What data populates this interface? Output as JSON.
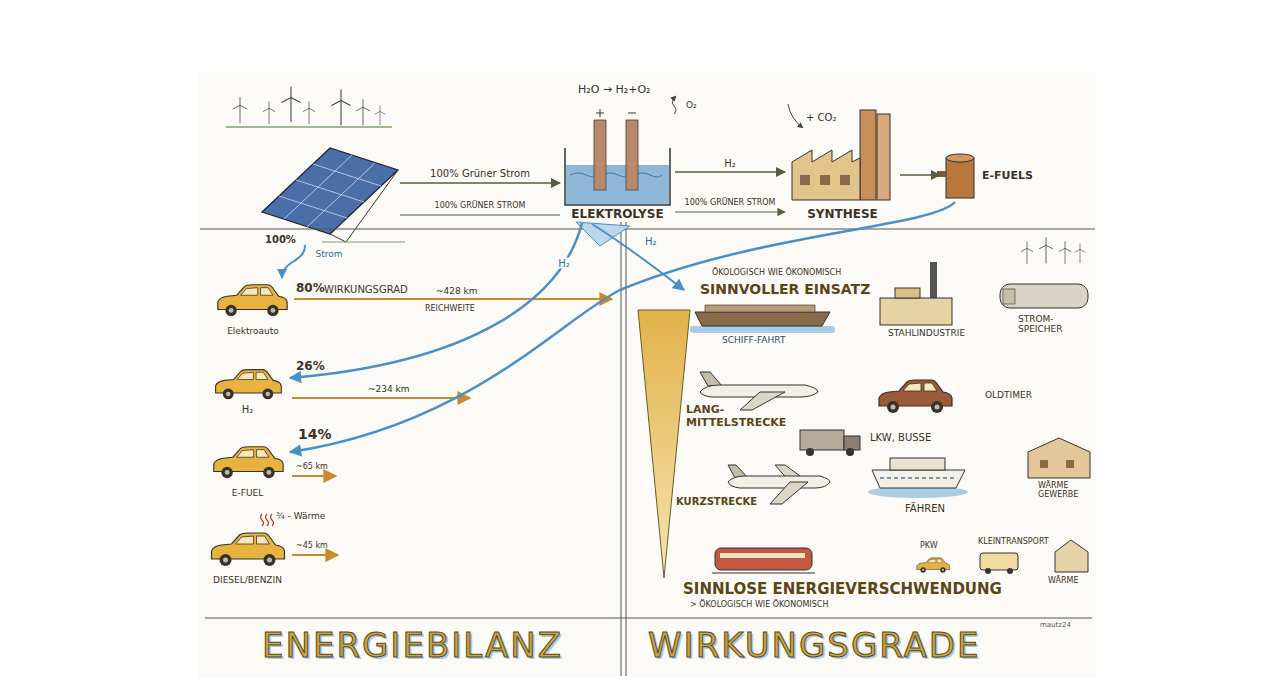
{
  "diagram": {
    "title": "ENERGIEBILANZ",
    "nodes": [
      {
        "text": [
          "100%"
        ]
      },
      {
        "text": [
          "ELEKTROLYSE"
        ]
      },
      {
        "text": [
          "SYNTHESE"
        ]
      },
      {
        "text": [
          "E-FUELS"
        ]
      },
      {
        "text": [
          "Elektroauto"
        ]
      },
      {
        "text": [
          "H₂"
        ]
      },
      {
        "text": [
          "E-FUEL"
        ]
      },
      {
        "text": [
          "DIESEL/BENZIN"
        ]
      }
    ],
    "edges": [
      {
        "from": 0,
        "to": 1,
        "label": "100% Grüner Strom",
        "arrow": "to"
      },
      {
        "from": 0,
        "to": 1,
        "label": "100% GRÜNER STROM",
        "arrow": "none"
      },
      {
        "from": 1,
        "to": 2,
        "label": "100% GRÜNER STROM",
        "arrow": "to"
      },
      {
        "from": 1,
        "to": 2,
        "label": "H₂",
        "arrow": "to"
      },
      {
        "from": 2,
        "to": 3,
        "arrow": "to"
      },
      {
        "from": 0,
        "to": 4,
        "label": "Strom",
        "arrow": "to"
      },
      {
        "from": 1,
        "to": 5,
        "label": "H₂",
        "arrow": "to"
      },
      {
        "from": 3,
        "to": 6,
        "arrow": "to"
      }
    ],
    "labels": [
      "H₂O → H₂+O₂",
      "O₂",
      "+ CO₂",
      "80%",
      "WIRKUNGSGRAD",
      "~428 km",
      "REICHWEITE",
      "H₂",
      "ÖKOLOGISCH WIE ÖKONOMISCH",
      "SINNVOLLER EINSATZ",
      "SCHIFF-FAHRT",
      "STAHLINDUSTRIE",
      "STROM-SPEICHER",
      "26%",
      "~234 km",
      "LANG-MITTELSTRECKE",
      "OLDTIMER",
      "LKW, BUSSE",
      "14%",
      "~65 km",
      "KURZSTRECKE",
      "FÄHREN",
      "WÄRME GEWERBE",
      "¾ - Wärme",
      "~45 km",
      "PKW",
      "KLEINTRANSPORT",
      "WÄRME",
      "SINNLOSE ENERGIEVERSCHWENDUNG",
      "> ÖKOLOGISCH WIE ÖKONOMISCH",
      "WIRKUNGSGRADE",
      "mautz24"
    ]
  }
}
